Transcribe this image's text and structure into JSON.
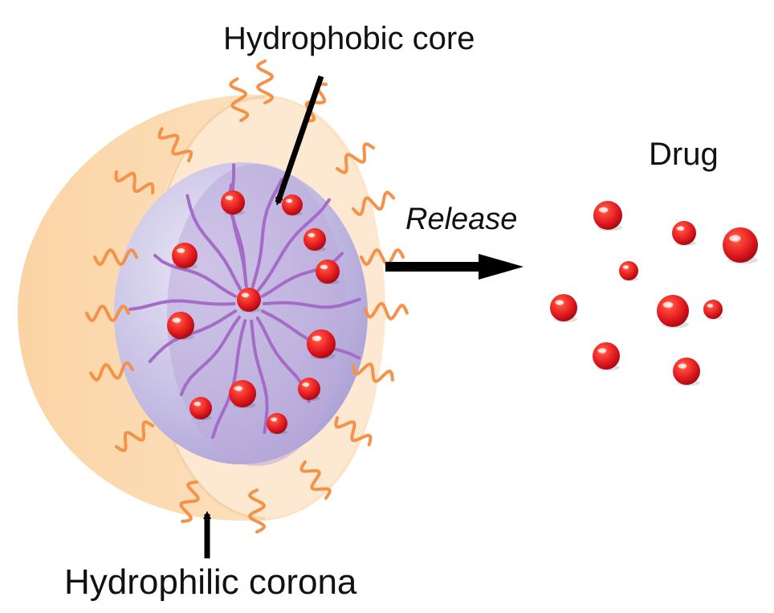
{
  "labels": {
    "core": "Hydrophobic core",
    "drug": "Drug",
    "release": "Release",
    "corona": "Hydrophilic corona"
  },
  "colors": {
    "shell_outer": "#fcd9ad",
    "shell_face": "#fde8cf",
    "core": "#c9c2e6",
    "hydrophobic_chain": "#a46bc7",
    "hydrophilic_chain": "#f5924a",
    "drug": "#e0181b",
    "arrow": "#000000"
  },
  "icons": {
    "drug_particle": "red-sphere-icon",
    "hydrophobic_chain": "purple-chain-icon",
    "hydrophilic_chain": "orange-coil-icon"
  }
}
